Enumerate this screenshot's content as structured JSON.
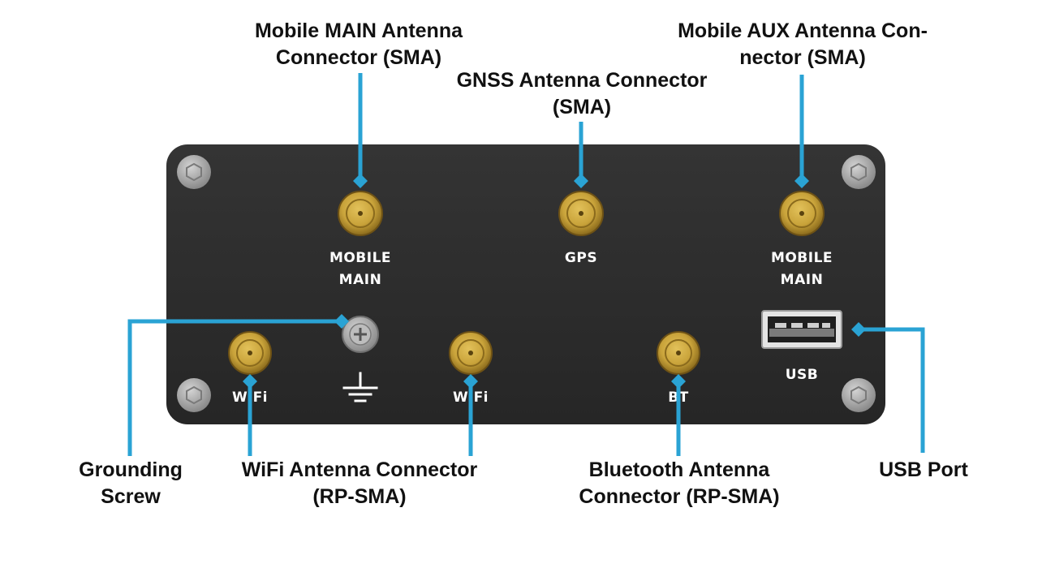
{
  "colors": {
    "leader": "#2aa3d4",
    "panel": "#2b2b2b",
    "connector_gold": "#c9a33a",
    "screw_gray": "#9c9c9c"
  },
  "callouts": {
    "mobile_main": [
      "Mobile MAIN Antenna",
      "Connector (SMA)"
    ],
    "gnss": [
      "GNSS Antenna Connector",
      "(SMA)"
    ],
    "mobile_aux": [
      "Mobile AUX Antenna Con-",
      "nector (SMA)"
    ],
    "grounding": [
      "Grounding",
      "Screw"
    ],
    "wifi": [
      "WiFi Antenna Connector",
      "(RP-SMA)"
    ],
    "bluetooth": [
      "Bluetooth Antenna",
      "Connector (RP-SMA)"
    ],
    "usb": [
      "USB Port"
    ]
  },
  "panel_labels": {
    "mobile_main": [
      "MOBILE",
      "MAIN"
    ],
    "gps": [
      "GPS"
    ],
    "mobile_aux": [
      "MOBILE",
      "MAIN"
    ],
    "wifi_left": [
      "WiFi"
    ],
    "wifi_right": [
      "WiFi"
    ],
    "bt": [
      "BT"
    ],
    "usb": [
      "USB"
    ]
  },
  "icons": {
    "ground": "ground-symbol-icon",
    "connector": "sma-connector-icon",
    "usb": "usb-a-port-icon",
    "panel_screw": "hex-screw-icon"
  }
}
